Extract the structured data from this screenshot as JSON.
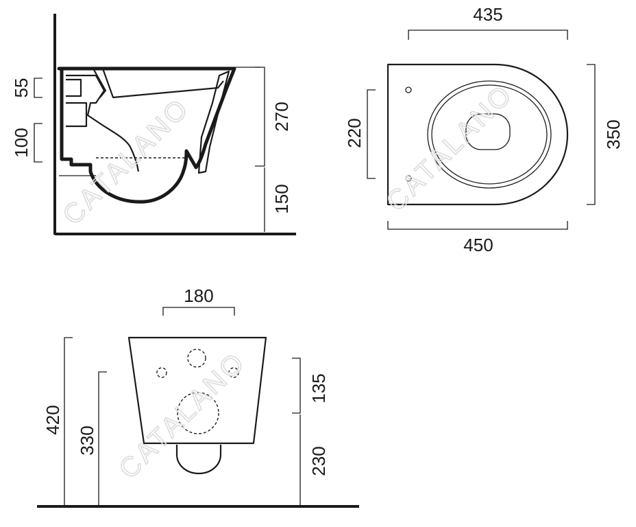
{
  "side_view": {
    "dim_55": "55",
    "dim_100": "100",
    "dim_270": "270",
    "dim_150": "150"
  },
  "top_view": {
    "dim_435": "435",
    "dim_220": "220",
    "dim_350": "350",
    "dim_450": "450"
  },
  "rear_view": {
    "dim_180": "180",
    "dim_420": "420",
    "dim_330": "330",
    "dim_135": "135",
    "dim_230": "230"
  },
  "watermark": "CATALANO"
}
